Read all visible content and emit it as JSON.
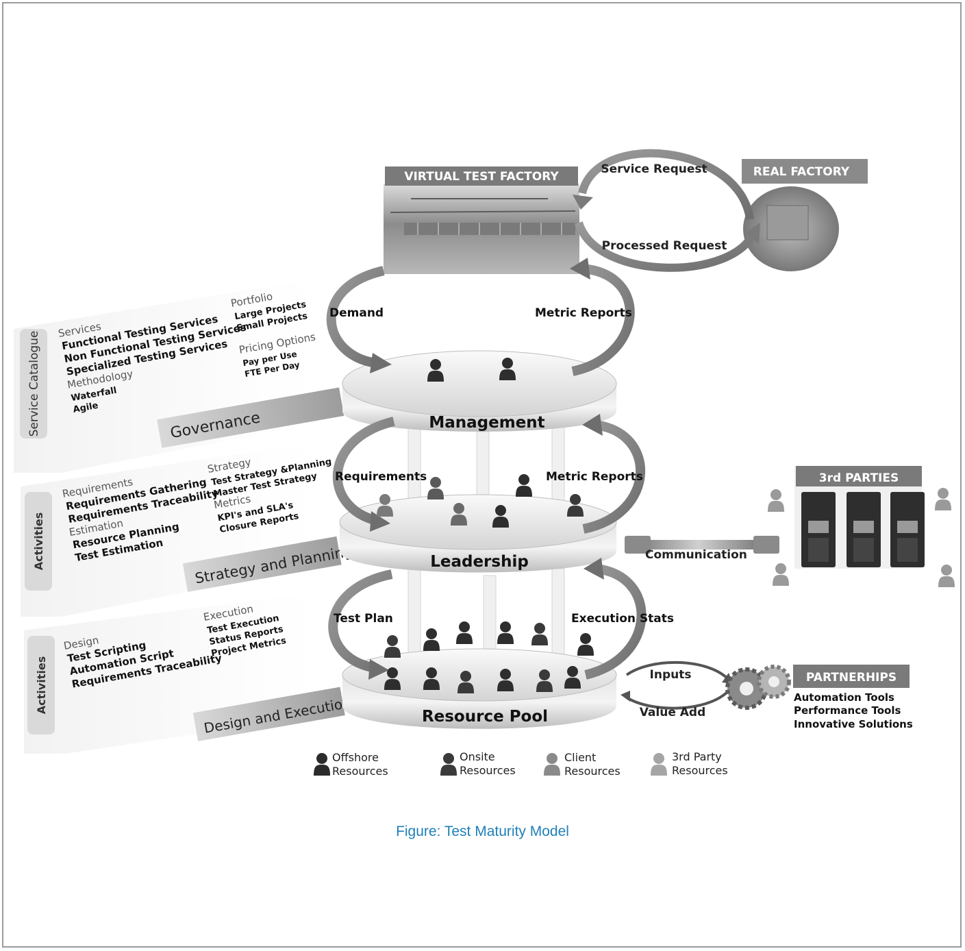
{
  "factories": {
    "virtual": "VIRTUAL TEST FACTORY",
    "real": "REAL FACTORY",
    "service_request": "Service Request",
    "processed_request": "Processed Request"
  },
  "tiers": {
    "management": "Management",
    "leadership": "Leadership",
    "resource_pool": "Resource Pool"
  },
  "flows": {
    "demand": "Demand",
    "metric_reports_top": "Metric Reports",
    "requirements": "Requirements",
    "metric_reports_mid": "Metric Reports",
    "test_plan": "Test Plan",
    "execution_stats": "Execution Stats",
    "communication": "Communication",
    "inputs": "Inputs",
    "value_add": "Value Add"
  },
  "panels": {
    "governance": {
      "side_label": "Service Catalogue",
      "banner": "Governance",
      "left": [
        {
          "text": "Services",
          "style": "head"
        },
        {
          "text": "Functional Testing Services",
          "style": "bold"
        },
        {
          "text": "Non Functional Testing Services",
          "style": "bold"
        },
        {
          "text": "Specialized Testing Services",
          "style": "bold"
        },
        {
          "text": "Methodology",
          "style": "head"
        },
        {
          "text": "Waterfall",
          "style": "bold-small"
        },
        {
          "text": "Agile",
          "style": "bold-small"
        }
      ],
      "right": [
        {
          "text": "Portfolio",
          "style": "head"
        },
        {
          "text": "Large Projects",
          "style": "bold-small"
        },
        {
          "text": "Small Projects",
          "style": "bold-small"
        },
        {
          "text": "",
          "style": "gap"
        },
        {
          "text": "Pricing Options",
          "style": "head"
        },
        {
          "text": "Pay per Use",
          "style": "bold-tiny"
        },
        {
          "text": "FTE Per Day",
          "style": "bold-tiny"
        }
      ]
    },
    "strategy": {
      "side_label": "Activities",
      "banner": "Strategy and Planning",
      "left": [
        {
          "text": "Requirements",
          "style": "head"
        },
        {
          "text": "Requirements Gathering",
          "style": "bold"
        },
        {
          "text": "Requirements Traceability",
          "style": "bold"
        },
        {
          "text": "Estimation",
          "style": "head"
        },
        {
          "text": "Resource Planning",
          "style": "bold"
        },
        {
          "text": "Test Estimation",
          "style": "bold"
        }
      ],
      "right": [
        {
          "text": "Strategy",
          "style": "head"
        },
        {
          "text": "Test Strategy &Planning",
          "style": "bold-small"
        },
        {
          "text": "Master Test Strategy",
          "style": "bold-small"
        },
        {
          "text": "Metrics",
          "style": "head"
        },
        {
          "text": "KPI's and SLA's",
          "style": "bold-small"
        },
        {
          "text": "Closure Reports",
          "style": "bold-small"
        }
      ]
    },
    "design": {
      "side_label": "Activities",
      "banner": "Design and Execution",
      "left": [
        {
          "text": "Design",
          "style": "head"
        },
        {
          "text": "Test Scripting",
          "style": "bold"
        },
        {
          "text": "Automation Script",
          "style": "bold"
        },
        {
          "text": "Requirements Traceability",
          "style": "bold"
        }
      ],
      "right": [
        {
          "text": "Execution",
          "style": "head"
        },
        {
          "text": "Test Execution",
          "style": "bold-small"
        },
        {
          "text": "Status Reports",
          "style": "bold-small"
        },
        {
          "text": "Project Metrics",
          "style": "bold-small"
        }
      ]
    }
  },
  "third_parties": {
    "title": "3rd PARTIES"
  },
  "partnerships": {
    "title": "PARTNERHIPS",
    "items": [
      "Automation Tools",
      "Performance Tools",
      "Innovative Solutions"
    ]
  },
  "legend": [
    {
      "line1": "Offshore",
      "line2": "Resources",
      "color": "#2b2b2b"
    },
    {
      "line1": "Onsite",
      "line2": "Resources",
      "color": "#3a3a3a"
    },
    {
      "line1": "Client",
      "line2": "Resources",
      "color": "#8a8a8a"
    },
    {
      "line1": "3rd Party",
      "line2": "Resources",
      "color": "#a5a5a5"
    }
  ],
  "caption": "Figure: Test Maturity Model"
}
